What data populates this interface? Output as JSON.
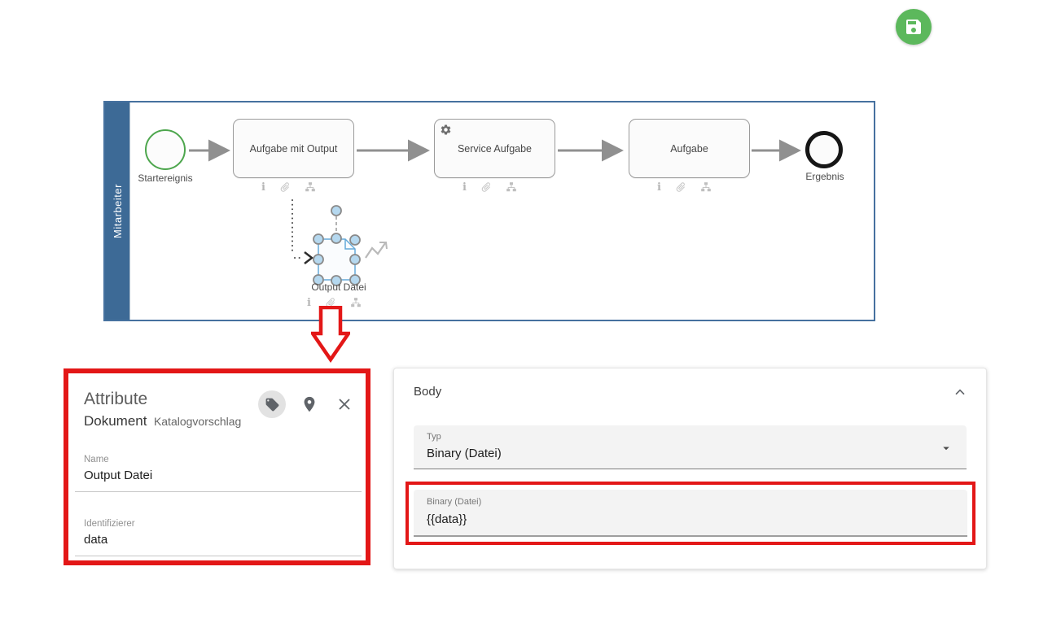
{
  "diagram": {
    "lane_label": "Mitarbeiter",
    "start_event_label": "Startereignis",
    "tasks": [
      {
        "label": "Aufgabe mit Output"
      },
      {
        "label": "Service Aufgabe"
      },
      {
        "label": "Aufgabe"
      }
    ],
    "end_event_label": "Ergebnis",
    "data_object_label": "Output Datei"
  },
  "attribute_panel": {
    "title": "Attribute",
    "type_label": "Dokument",
    "type_value": "Katalogvorschlag",
    "fields": [
      {
        "label": "Name",
        "value": "Output Datei"
      },
      {
        "label": "Identifizierer",
        "value": "data"
      }
    ]
  },
  "body_panel": {
    "title": "Body",
    "type_field": {
      "label": "Typ",
      "value": "Binary (Datei)"
    },
    "binary_field": {
      "label": "Binary (Datei)",
      "value": "{{data}}"
    }
  },
  "colors": {
    "accent_green": "#5cb85c",
    "start_event_green": "#4da64d",
    "lane_blue": "#3d6a96",
    "pool_border_blue": "#46719f",
    "annotation_red": "#e31717",
    "selection_blue": "#64a9d8",
    "flow_gray": "#909090"
  }
}
